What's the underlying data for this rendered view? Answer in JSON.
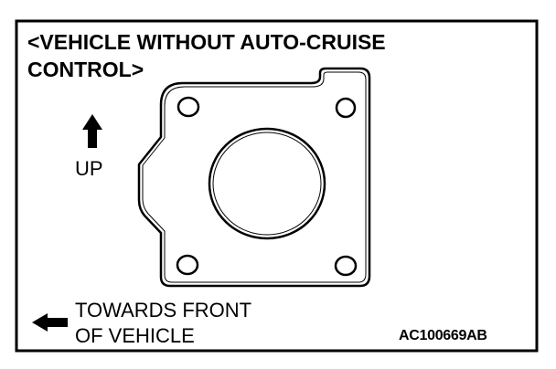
{
  "diagram": {
    "title_line1": "<VEHICLE WITHOUT AUTO-CRUISE",
    "title_line2": "CONTROL>",
    "up_label": "UP",
    "front_label_line1": "TOWARDS FRONT",
    "front_label_line2": "OF VEHICLE",
    "figure_code": "AC100669AB"
  },
  "colors": {
    "ink": "#000000",
    "paper": "#ffffff"
  },
  "icons": [
    "up-arrow-icon",
    "left-arrow-icon"
  ]
}
